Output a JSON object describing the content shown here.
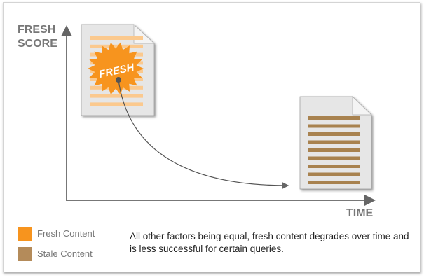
{
  "axes": {
    "y_label_line1": "FRESH",
    "y_label_line2": "SCORE",
    "x_label": "TIME"
  },
  "badge": {
    "text": "FRESH"
  },
  "legend": [
    {
      "label": "Fresh Content",
      "color": "#f7941e"
    },
    {
      "label": "Stale Content",
      "color": "#b48b5a"
    }
  ],
  "caption": "All other factors being equal, fresh content degrades over time and is less successful for certain queries.",
  "colors": {
    "fresh_stripe": "#fbc98e",
    "stale_stripe": "#a8824f",
    "doc_fill": "#e6e6e6",
    "axis": "#777777"
  }
}
